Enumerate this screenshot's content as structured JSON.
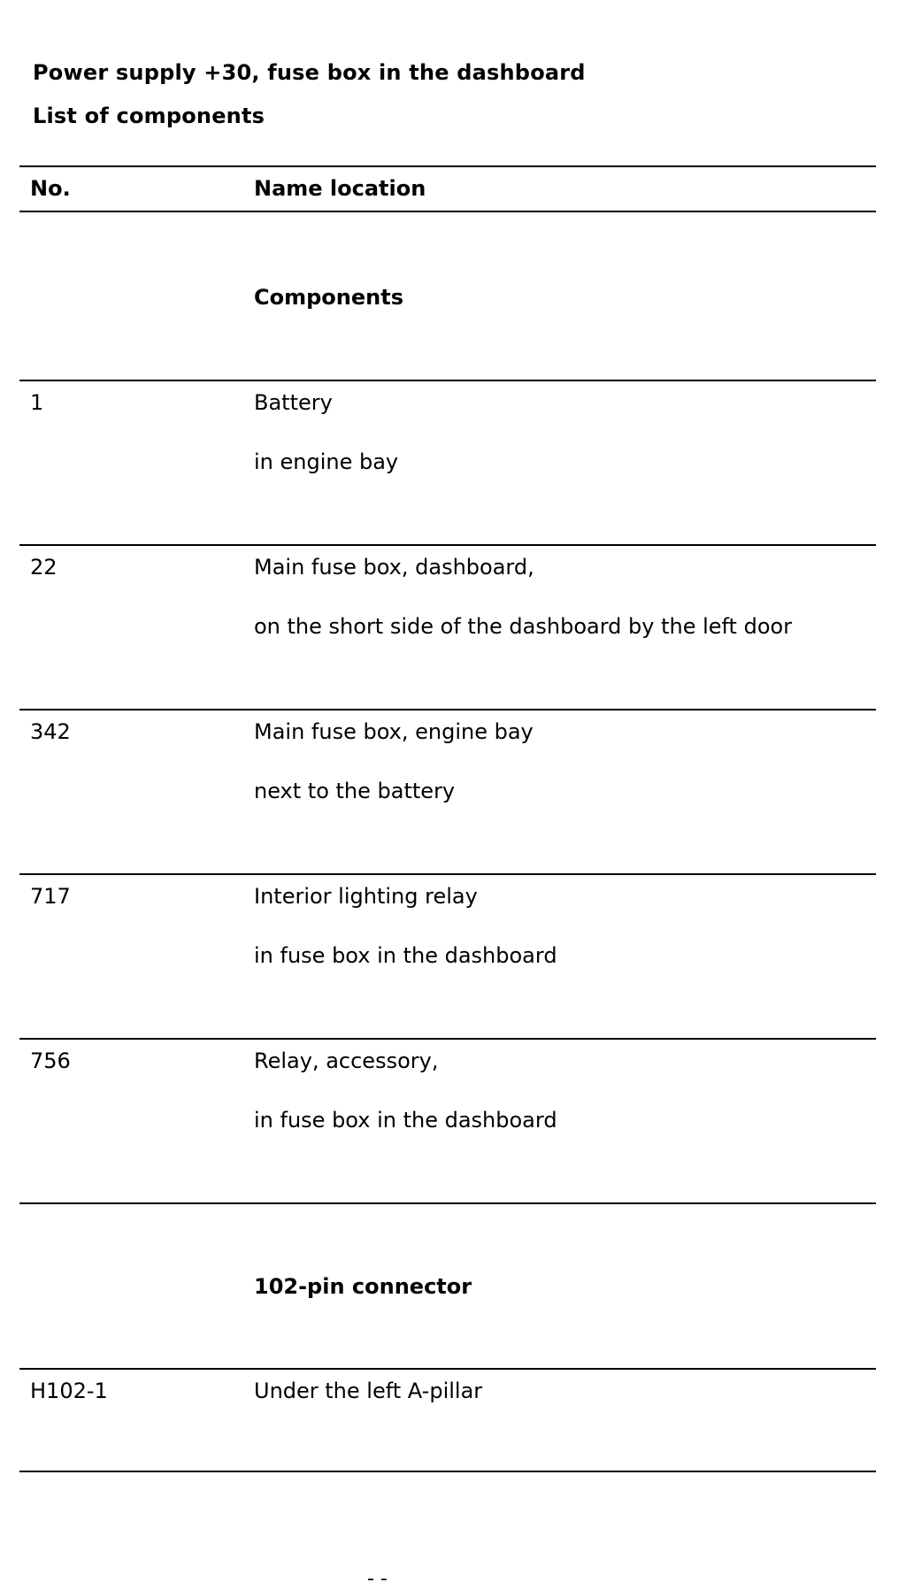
{
  "document": {
    "title": "Power supply +30, fuse box in the dashboard",
    "subtitle": "List of components"
  },
  "table": {
    "headers": {
      "number": "No.",
      "name_location": "Name location"
    },
    "sections": [
      {
        "heading": "Components",
        "rows": [
          {
            "number": "1",
            "name": "Battery",
            "location": "in engine bay"
          },
          {
            "number": "22",
            "name": "Main fuse box, dashboard,",
            "location": "on the short side of the dashboard by the left door"
          },
          {
            "number": "342",
            "name": "Main fuse box, engine bay",
            "location": "next to the battery"
          },
          {
            "number": "717",
            "name": "Interior lighting relay",
            "location": "in fuse box in the dashboard"
          },
          {
            "number": "756",
            "name": "Relay, accessory,",
            "location": "in fuse box in the dashboard"
          }
        ]
      },
      {
        "heading": "102-pin connector",
        "rows": [
          {
            "number": "H102-1",
            "name": "Under the left A-pillar",
            "location": ""
          }
        ]
      }
    ]
  },
  "footer": {
    "page_mark": "- -"
  }
}
